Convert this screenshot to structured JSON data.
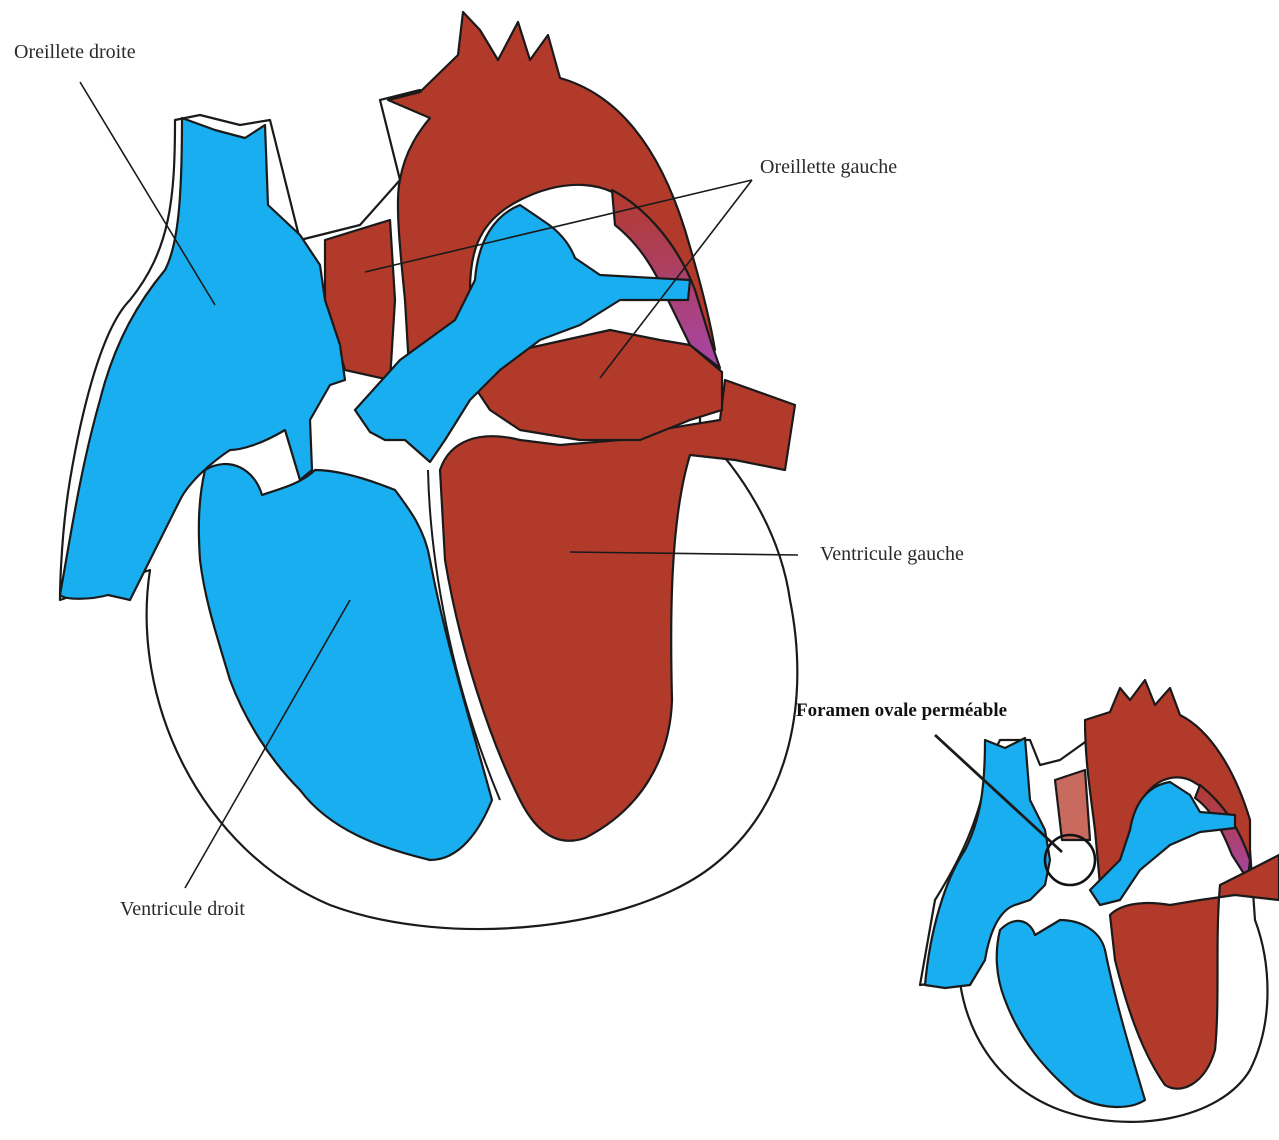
{
  "labels": {
    "right_atrium": "Oreillete droite",
    "left_atrium": "Oreillette gauche",
    "left_ventricle": "Ventricule gauche",
    "right_ventricle": "Ventricule droit",
    "foramen": "Foramen ovale perméable"
  },
  "colors": {
    "deoxygenated_blue": "#19aef0",
    "oxygenated_red": "#b23a2b",
    "mixed_purple": "#a646a8",
    "outline": "#1a1a1a",
    "background": "#ffffff"
  }
}
